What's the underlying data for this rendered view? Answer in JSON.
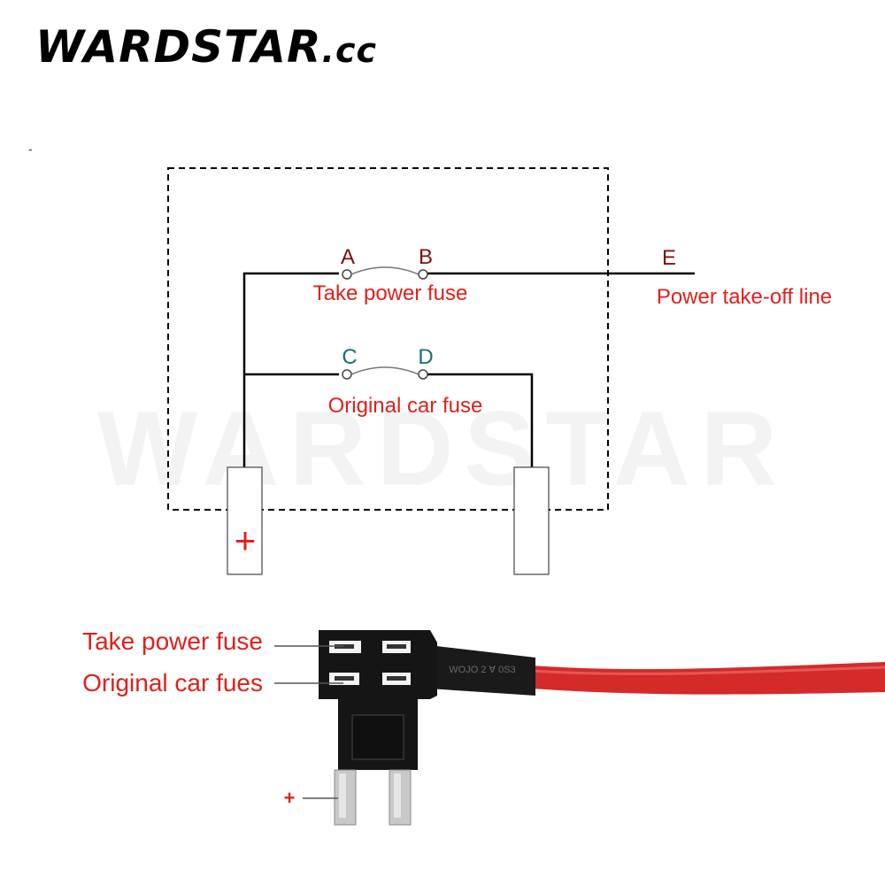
{
  "brand": {
    "name": "WARDSTAR",
    "suffix": ".cc"
  },
  "watermark": "WARDSTAR",
  "stray_mark": "-",
  "colors": {
    "label_red": "#e0201b",
    "terminal_dark_red": "#7a1010",
    "terminal_teal": "#1a6f6f",
    "wire_red": "#d42a2a",
    "line_black": "#000000",
    "body_black": "#151515"
  },
  "schematic": {
    "terminals": {
      "a": "A",
      "b": "B",
      "c": "C",
      "d": "D",
      "e": "E"
    },
    "take_power_fuse_label": "Take power fuse",
    "power_takeoff_line_label": "Power take-off line",
    "original_car_fuse_label": "Original car fuse",
    "plus_symbol": "+"
  },
  "product": {
    "take_power_fuse_label": "Take power fuse",
    "original_car_fuse_label": "Original car fues",
    "plus_label": "+",
    "sleeve_print": "WOJO 2 Ɐ 0S3"
  }
}
